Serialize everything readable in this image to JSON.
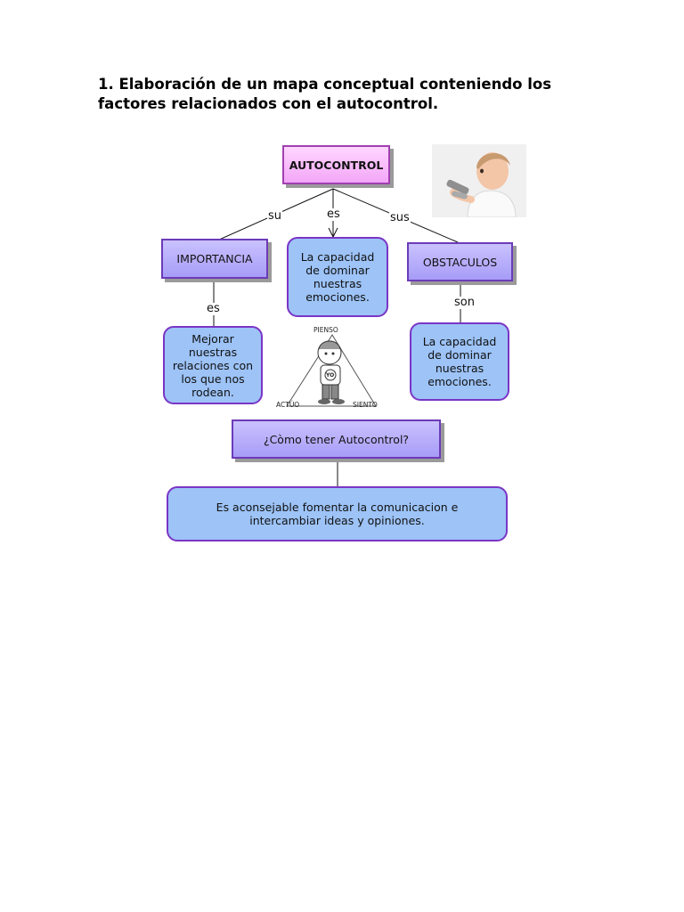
{
  "heading": {
    "line1": "1. Elaboración de un mapa conceptual conteniendo los",
    "line2": "factores relacionados con el autocontrol."
  },
  "map": {
    "root": "AUTOCONTROL",
    "links": {
      "su": "su",
      "es_center": "es",
      "sus": "sus",
      "es_left": "es",
      "son": "son"
    },
    "importancia": "IMPORTANCIA",
    "definicion": "La capacidad de dominar nuestras emociones.",
    "obstaculos": "OBSTACULOS",
    "importancia_detalle": "Mejorar nuestras relaciones con los que nos rodean.",
    "obstaculos_detalle": "La capacidad de dominar nuestras emociones.",
    "pregunta": "¿Còmo tener Autocontrol?",
    "respuesta": "Es aconsejable fomentar la comunicacion e intercambiar ideas y opiniones."
  },
  "illustration": {
    "top": "PIENSO",
    "left": "ACTÚO",
    "right": "SIENTO",
    "shirt": "YO"
  },
  "colors": {
    "root_fill": "#f3a6f7",
    "concept_fill": "#a79cf7",
    "detail_fill": "#9dc3f7",
    "border": "#7a35c6"
  }
}
